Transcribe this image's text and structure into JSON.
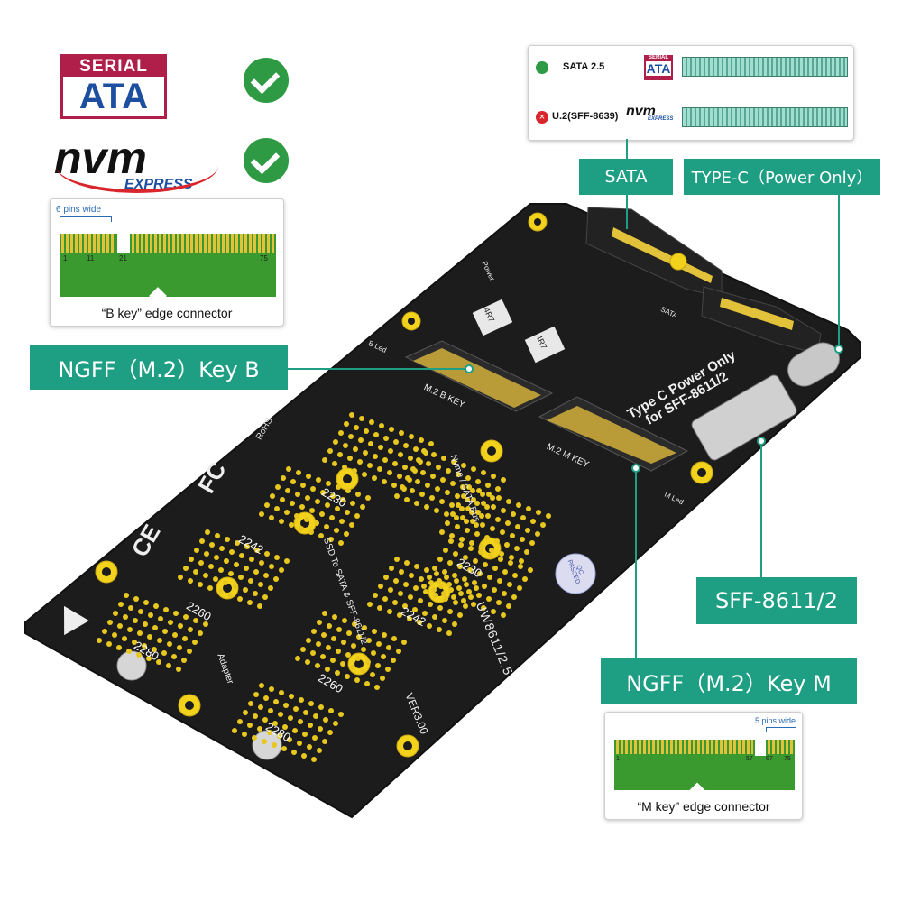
{
  "logos": {
    "serial_ata_top": "SERIAL",
    "serial_ata_bottom": "ATA",
    "nvm_text": "nvm",
    "nvm_express": "EXPRESS"
  },
  "b_key_connector": {
    "pins_caption": "6 pins wide",
    "pin_numbers": [
      "1",
      "11",
      "21",
      "75"
    ],
    "caption": "“B key” edge connector"
  },
  "m_key_connector": {
    "pins_caption": "5 pins wide",
    "pin_numbers": [
      "1",
      "57",
      "67",
      "75"
    ],
    "caption": "“M key” edge connector"
  },
  "compat": {
    "row1_label": "SATA 2.5",
    "row1_logo_top": "SERIAL",
    "row1_logo_bottom": "ATA",
    "row2_label": "U.2(SFF-8639)",
    "row2_logo_text": "nvm",
    "row2_logo_sub": "EXPRESS"
  },
  "tags": {
    "sata": "SATA",
    "typec": "TYPE-C（Power Only）",
    "key_b": "NGFF（M.2）Key  B",
    "sff": "SFF-8611/2",
    "key_m": "NGFF（M.2）Key  M"
  },
  "board": {
    "type_c_text_1": "Type C Power Only",
    "type_c_text_2": "for SFF-8611/2",
    "m2_b_key": "M.2  B  KEY",
    "m2_m_key": "M.2  M  KEY",
    "model": "UW8611/2.5",
    "version": "VER3.00",
    "desc_1": "Nvme / SATA Bus",
    "desc_2": "SSD To SATA & SFF-8611/2",
    "desc_3": "Adapter",
    "sizes_left": [
      "2230",
      "2242",
      "2260",
      "2280"
    ],
    "sizes_right": [
      "2230",
      "2242",
      "2260",
      "2280"
    ],
    "qc": "QC PASSED",
    "rohs": "RoHS",
    "ce": "CE",
    "fc": "FC",
    "inductor1": "4R7",
    "inductor2": "4R7",
    "sata_small": "SATA",
    "m_led": "M Led",
    "b_led": "B Led",
    "power": "Power"
  },
  "colors": {
    "tag_green": "#1e9e82",
    "board_black": "#1c1c1c",
    "pad_yellow": "#f2d21b",
    "connector_green": "#3a9a2f"
  }
}
